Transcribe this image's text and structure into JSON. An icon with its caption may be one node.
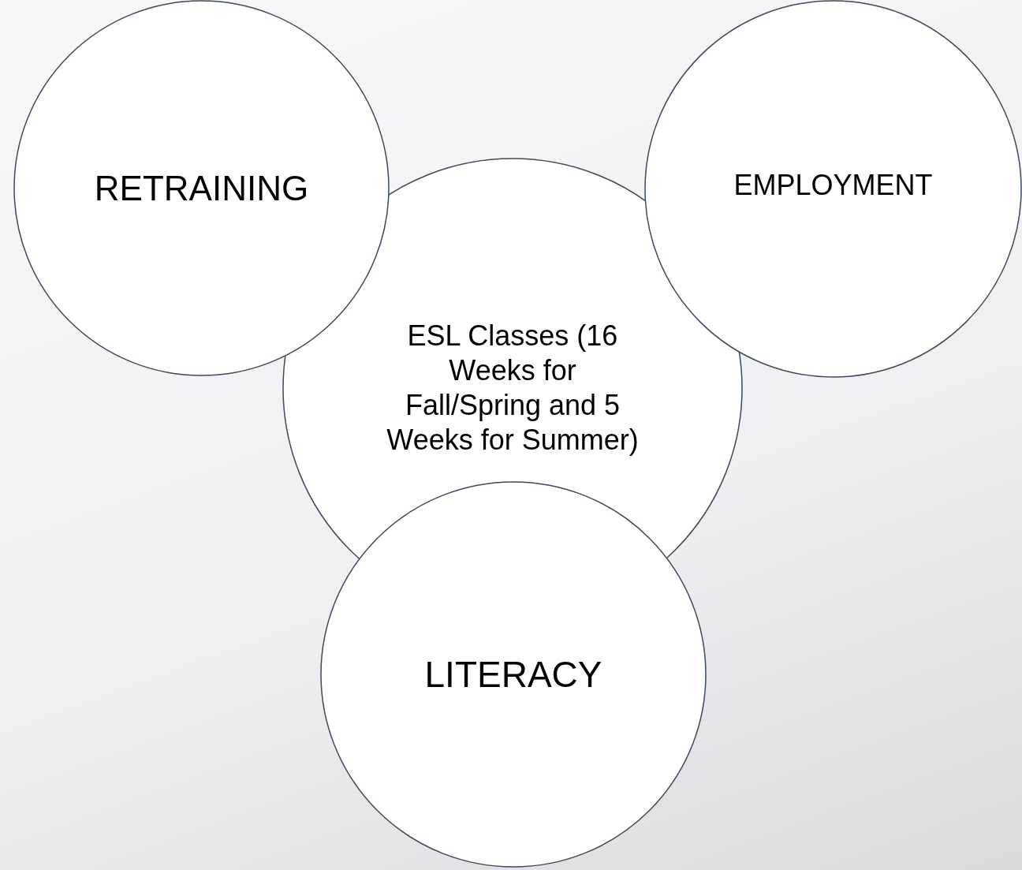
{
  "diagram": {
    "nodes": [
      {
        "text": [
          "RETRAINING"
        ]
      },
      {
        "text": [
          "EMPLOYMENT"
        ]
      },
      {
        "text": [
          "ESL Classes (16 Weeks for Fall/Spring and 5 Weeks for Summer)"
        ]
      },
      {
        "text": [
          "LITERACY"
        ]
      }
    ]
  }
}
